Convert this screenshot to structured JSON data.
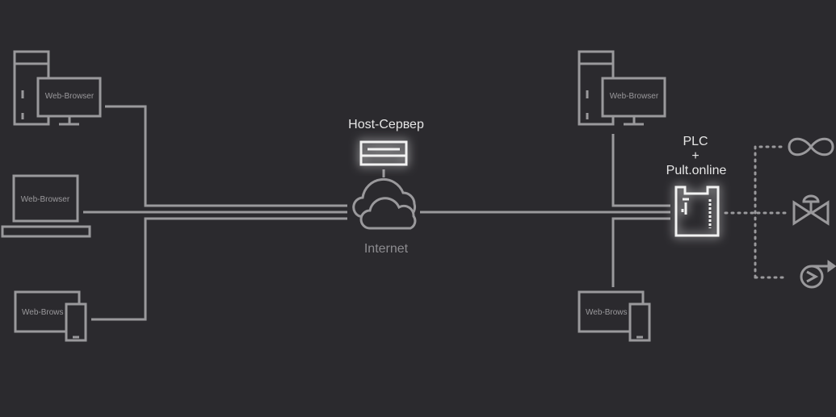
{
  "labels": {
    "browser_tl": "Web-Browser",
    "browser_ml": "Web-Browser",
    "browser_bl": "Web-Brows",
    "browser_tr": "Web-Browser",
    "browser_br": "Web-Brows",
    "host": "Host-Сервер",
    "internet": "Internet",
    "plc_line1": "PLC",
    "plc_line2": "+",
    "plc_line3": "Pult.online"
  },
  "colors": {
    "background": "#2b2a2e",
    "stroke": "#9a999c",
    "highlight": "#f2f2f2",
    "label": "#e6e6e6",
    "muted": "#8d8c90"
  },
  "icons": [
    "desktop-pc-icon",
    "laptop-icon",
    "tablet-phone-icon",
    "server-icon",
    "cloud-icon",
    "plc-controller-icon",
    "fan-icon",
    "valve-icon",
    "pump-icon"
  ]
}
